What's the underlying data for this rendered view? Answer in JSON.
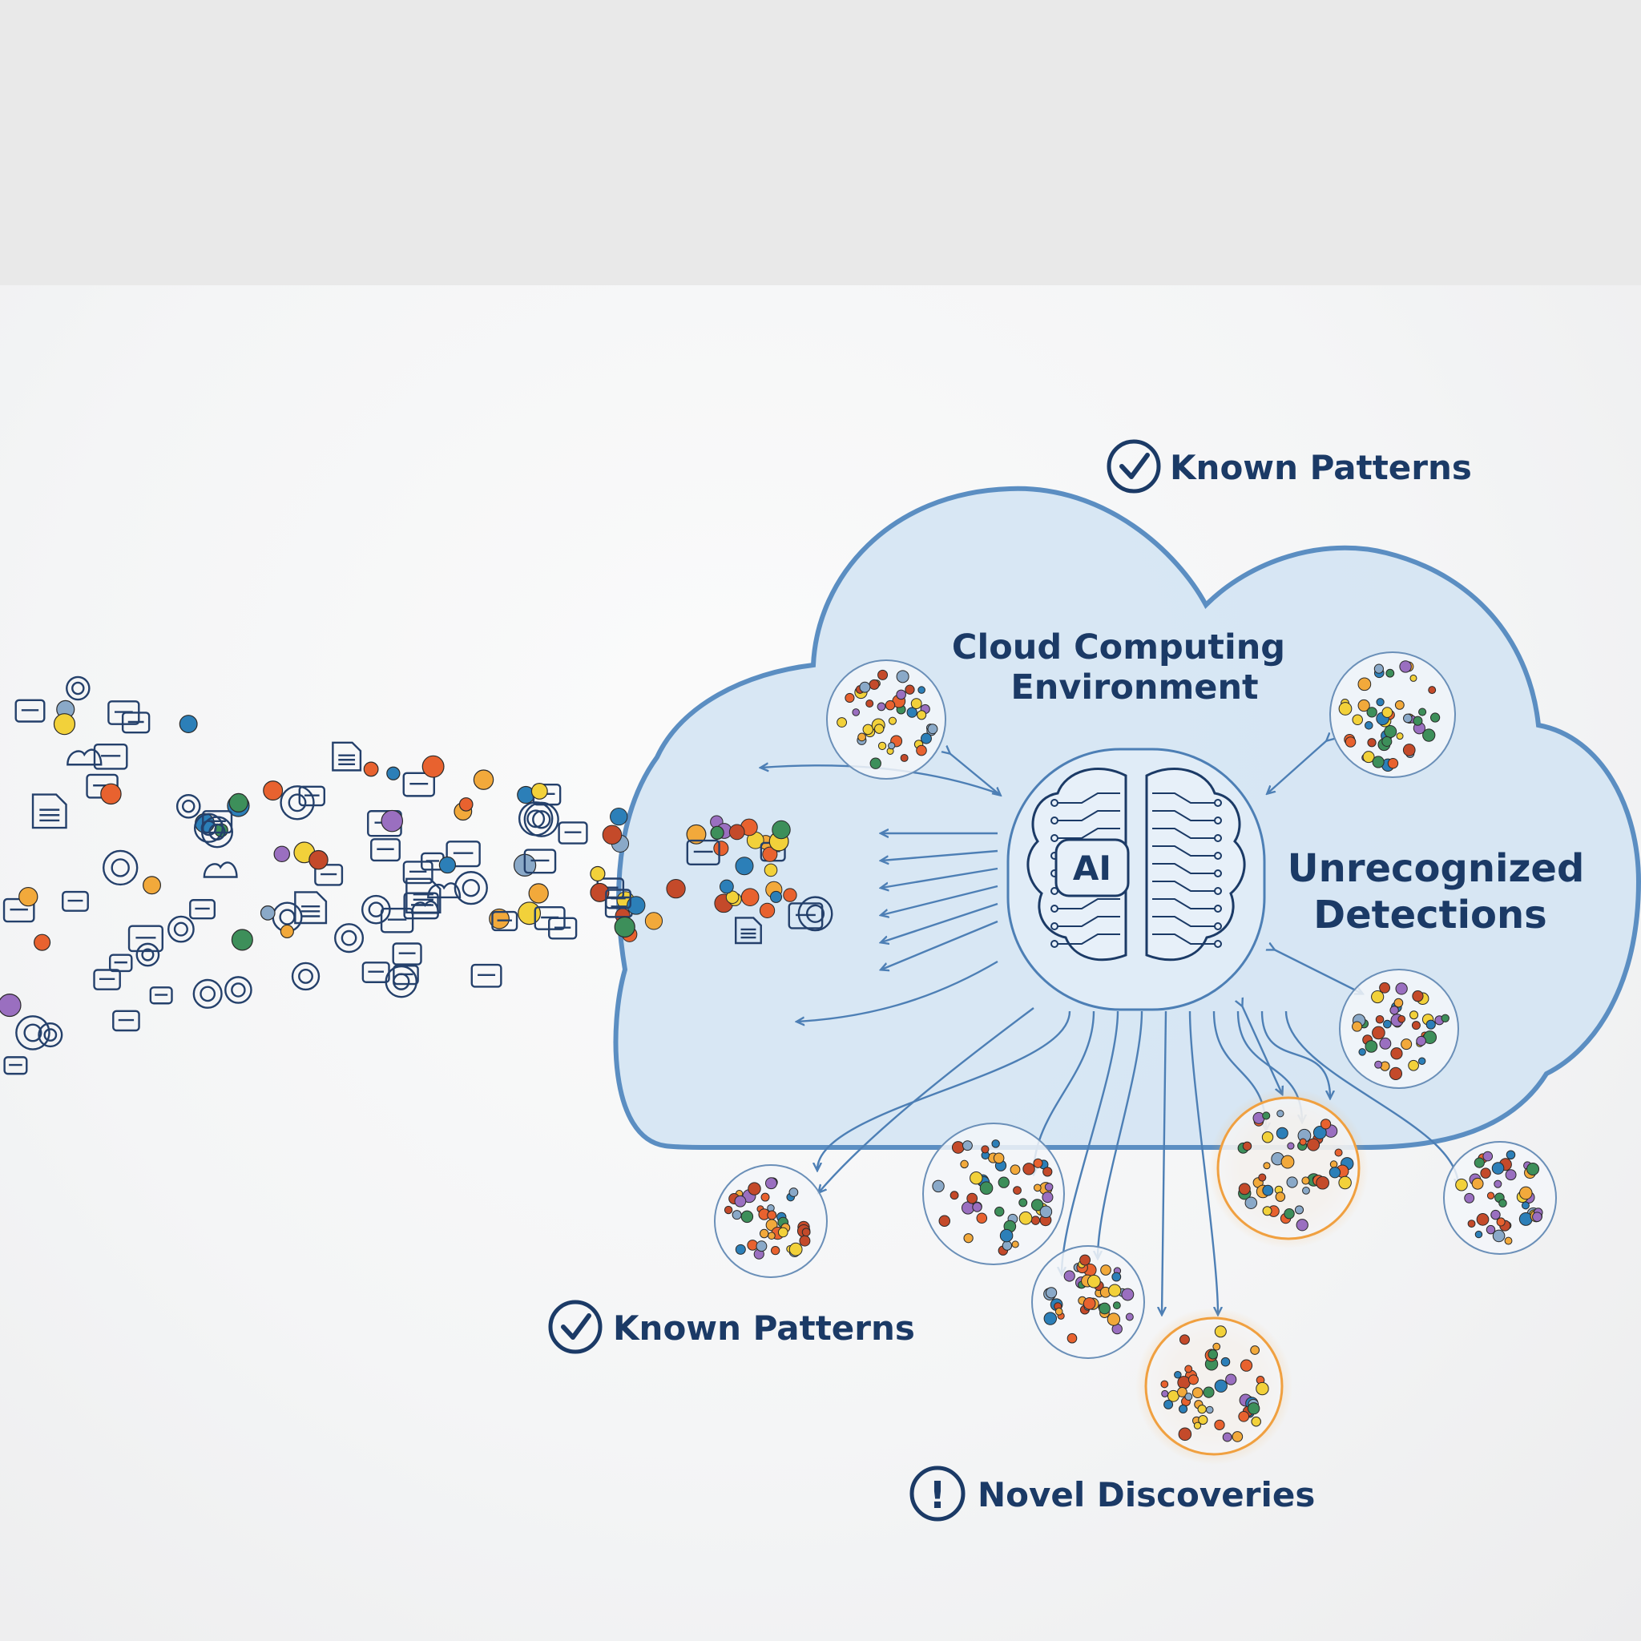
{
  "labels": {
    "cloud_title_line1": "Cloud Computing",
    "cloud_title_line2": "Environment",
    "ai": "AI",
    "unrecognized_line1": "Unrecognized",
    "unrecognized_line2": "Detections",
    "known_top": "Known Patterns",
    "known_bottom": "Known Patterns",
    "novel": "Novel Discoveries"
  },
  "colors": {
    "accent": "#1b3a66",
    "cloud_fill": "#d3e3f2",
    "cloud_stroke": "#5b8ec2",
    "highlight": "#f0a040",
    "dots": [
      "#e8622f",
      "#f2a93b",
      "#f2d13a",
      "#2c7fb8",
      "#3d8f5a",
      "#9a6fc0",
      "#8aa9c8",
      "#c44a2a"
    ]
  },
  "icons": [
    "document-icon",
    "gear-icon",
    "clock-icon",
    "folder-icon",
    "chart-icon",
    "network-icon",
    "user-icon",
    "cloud-icon",
    "laptop-icon",
    "search-icon",
    "briefcase-icon",
    "location-icon"
  ]
}
